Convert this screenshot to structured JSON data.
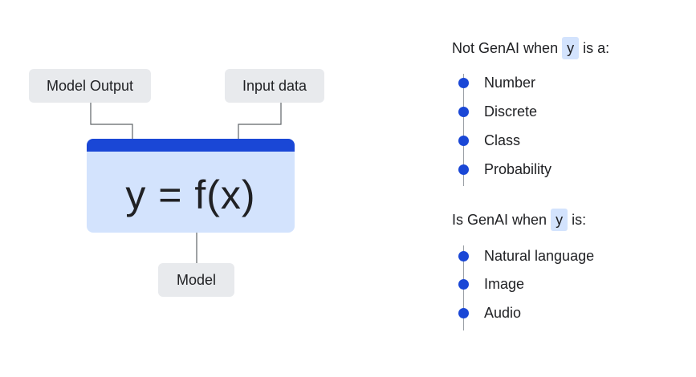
{
  "diagram": {
    "model_output_label": "Model Output",
    "input_data_label": "Input data",
    "model_label": "Model",
    "function_text": "y = f(x)"
  },
  "not_genai": {
    "prefix": "Not GenAI when",
    "variable": "y",
    "suffix": "is a:",
    "items": [
      "Number",
      "Discrete",
      "Class",
      "Probability"
    ]
  },
  "is_genai": {
    "prefix": "Is GenAI when",
    "variable": "y",
    "suffix": "is:",
    "items": [
      "Natural language",
      "Image",
      "Audio"
    ]
  },
  "colors": {
    "accent": "#1a47d6",
    "box_fill": "#d3e3fd",
    "label_fill": "#e8eaed"
  }
}
